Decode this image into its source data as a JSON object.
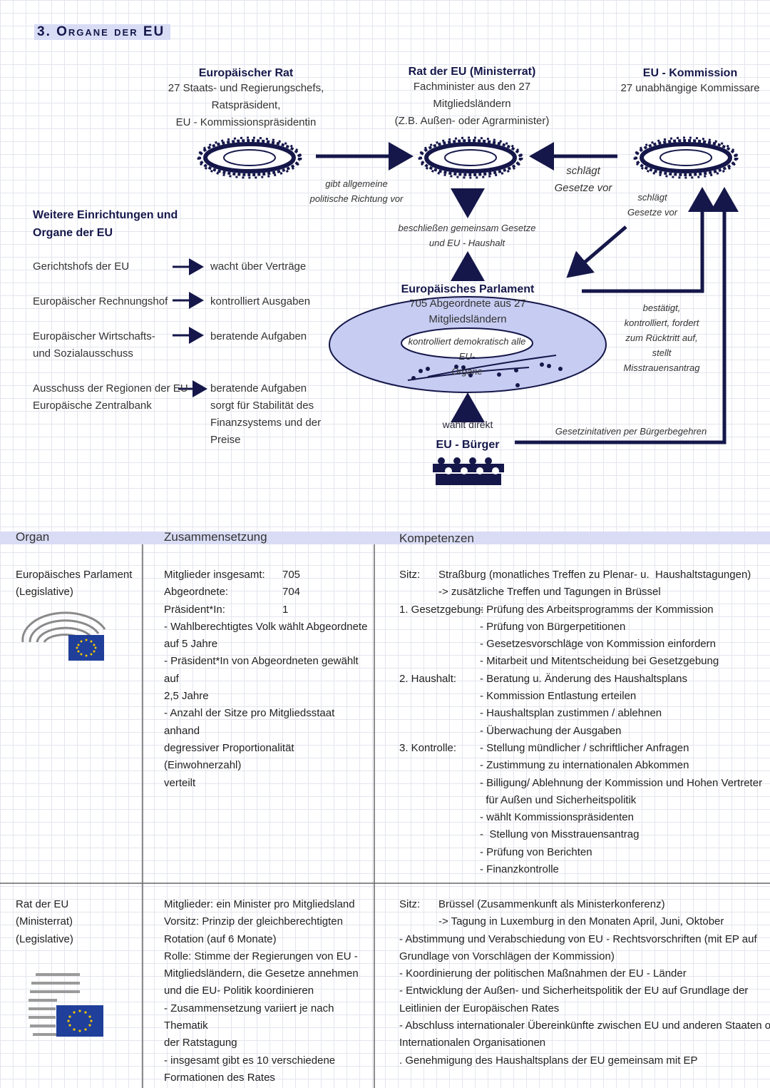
{
  "title": "3. Organe der EU",
  "diagram": {
    "europaeischer_rat": {
      "name": "Europäischer Rat",
      "lines": [
        "27 Staats- und Regierungschefs,",
        "Ratspräsident,",
        "EU - Kommissionspräsidentin"
      ]
    },
    "rat_der_eu": {
      "name": "Rat der EU (Ministerrat)",
      "lines": [
        "Fachminister aus den 27",
        "Mitgliedsländern",
        "(Z.B. Außen- oder Agrarminister)"
      ]
    },
    "kommission": {
      "name": "EU - Kommission",
      "lines": [
        "27 unabhängige Kommissare"
      ]
    },
    "parlament": {
      "name": "Europäisches Parlament",
      "lines": [
        "705 Abgeordnete aus 27",
        "Mitgliedsländern"
      ],
      "inner": [
        "kontrolliert demokratisch alle EU-",
        "Organe"
      ]
    },
    "buerger": {
      "name": "EU - Bürger"
    },
    "edges": {
      "richtung": [
        "gibt allgemeine",
        "politische Richtung vor"
      ],
      "schlaegt1": [
        "schlägt",
        "Gesetze vor"
      ],
      "schlaegt2": [
        "schlägt",
        "Gesetze vor"
      ],
      "beschliessen": [
        "beschließen gemeinsam Gesetze",
        "und EU - Haushalt"
      ],
      "bestaetigt": [
        "bestätigt,",
        "kontrolliert, fordert",
        "zum Rücktritt auf,",
        "stellt",
        "Misstrauensantrag"
      ],
      "waehlt": "wählt direkt",
      "initiativen": "Gesetzinitativen per Bürgerbegehren"
    },
    "weitere": {
      "heading": [
        "Weitere Einrichtungen und",
        "Organe der EU"
      ],
      "items": [
        {
          "name": [
            "Gerichtshofs der EU"
          ],
          "role": [
            "wacht über Verträge"
          ]
        },
        {
          "name": [
            "Europäischer Rechnungshof"
          ],
          "role": [
            "kontrolliert Ausgaben"
          ]
        },
        {
          "name": [
            "Europäischer Wirtschafts-",
            "und Sozialausschuss"
          ],
          "role": [
            "beratende Aufgaben"
          ]
        },
        {
          "name": [
            "Ausschuss der Regionen der EU",
            "Europäische Zentralbank"
          ],
          "role": [
            "beratende Aufgaben",
            "sorgt für Stabilität des",
            "Finanzsystems und der",
            "Preise"
          ]
        }
      ]
    }
  },
  "table": {
    "headers": [
      "Organ",
      "Zusammensetzung",
      "Kompetenzen"
    ],
    "rows": [
      {
        "organ": [
          "Europäisches Parlament",
          "(Legislative)"
        ],
        "zusammensetzung": [
          {
            "k": "Mitglieder insgesamt:",
            "v": "705"
          },
          {
            "k": "Abgeordnete:",
            "v": "704"
          },
          {
            "k": "Präsident*In:",
            "v": "1"
          },
          {
            "k": "- Wahlberechtigtes Volk wählt Abgeordnete",
            "v": ""
          },
          {
            "k": "auf 5 Jahre",
            "v": ""
          },
          {
            "k": "- Präsident*In von Abgeordneten gewählt auf",
            "v": ""
          },
          {
            "k": "2,5 Jahre",
            "v": ""
          },
          {
            "k": "- Anzahl der Sitze pro Mitgliedsstaat anhand",
            "v": ""
          },
          {
            "k": "degressiver Proportionalität (Einwohnerzahl)",
            "v": ""
          },
          {
            "k": "verteilt",
            "v": ""
          }
        ],
        "kompetenzen": [
          {
            "a": "Sitz:",
            "b": "Straßburg (monatliches Treffen zu Plenar- u.  Haushaltstagungen)",
            "ind": 55
          },
          {
            "a": "",
            "b": "-> zusätzliche Treffen und Tagungen in Brüssel",
            "ind": 55
          },
          {
            "a": "1. Gesetzgebung:",
            "b": "- Prüfung des Arbeitsprogramms der Kommission",
            "ind": 113
          },
          {
            "a": "",
            "b": "- Prüfung von Bürgerpetitionen",
            "ind": 113
          },
          {
            "a": "",
            "b": "- Gesetzesvorschläge von Kommission einfordern",
            "ind": 113
          },
          {
            "a": "",
            "b": "- Mitarbeit und Mitentscheidung bei Gesetzgebung",
            "ind": 113
          },
          {
            "a": "2. Haushalt:",
            "b": "- Beratung u. Änderung des Haushaltsplans",
            "ind": 113
          },
          {
            "a": "",
            "b": "- Kommission Entlastung erteilen",
            "ind": 113
          },
          {
            "a": "",
            "b": "- Haushaltsplan zustimmen / ablehnen",
            "ind": 113
          },
          {
            "a": "",
            "b": "- Überwachung der Ausgaben",
            "ind": 113
          },
          {
            "a": "3. Kontrolle:",
            "b": "- Stellung mündlicher / schriftlicher Anfragen",
            "ind": 113
          },
          {
            "a": "",
            "b": "- Zustimmung zu internationalen Abkommen",
            "ind": 113
          },
          {
            "a": "",
            "b": "- Billigung/ Ablehnung der Kommission und Hohen Vertreter",
            "ind": 113
          },
          {
            "a": "",
            "b": "  für Außen und Sicherheitspolitik",
            "ind": 113
          },
          {
            "a": "",
            "b": "- wählt Kommissionspräsidenten",
            "ind": 113
          },
          {
            "a": "",
            "b": "-  Stellung von Misstrauensantrag",
            "ind": 113
          },
          {
            "a": "",
            "b": "- Prüfung von Berichten",
            "ind": 113
          },
          {
            "a": "",
            "b": "- Finanzkontrolle",
            "ind": 113
          }
        ]
      },
      {
        "organ": [
          "Rat der EU",
          "(Ministerrat)",
          "(Legislative)"
        ],
        "zusammensetzung": [
          {
            "k": "Mitglieder: ein Minister pro Mitgliedsland",
            "v": ""
          },
          {
            "k": "Vorsitz: Prinzip der gleichberechtigten",
            "v": ""
          },
          {
            "k": "Rotation (auf 6 Monate)",
            "v": ""
          },
          {
            "k": "Rolle: Stimme der Regierungen von EU -",
            "v": ""
          },
          {
            "k": "Mitgliedsländern, die Gesetze annehmen",
            "v": ""
          },
          {
            "k": "und die EU- Politik koordinieren",
            "v": ""
          },
          {
            "k": "- Zusammensetzung variiert je nach Thematik",
            "v": ""
          },
          {
            "k": "der Ratstagung",
            "v": ""
          },
          {
            "k": "- insgesamt gibt es 10 verschiedene",
            "v": ""
          },
          {
            "k": "Formationen des Rates",
            "v": ""
          }
        ],
        "kompetenzen": [
          {
            "a": "Sitz:",
            "b": "Brüssel (Zusammenkunft als Ministerkonferenz)",
            "ind": 55
          },
          {
            "a": "",
            "b": "-> Tagung in Luxemburg in den Monaten April, Juni, Oktober",
            "ind": 55
          },
          {
            "a": "",
            "b": "- Abstimmung und Verabschiedung von EU - Rechtsvorschriften (mit EP auf",
            "ind": 0
          },
          {
            "a": "",
            "b": "Grundlage von Vorschlägen der Kommission)",
            "ind": 0
          },
          {
            "a": "",
            "b": "- Koordinierung der politischen Maßnahmen der EU - Länder",
            "ind": 0
          },
          {
            "a": "",
            "b": "- Entwicklung der Außen- und Sicherheitspolitik der EU auf Grundlage der",
            "ind": 0
          },
          {
            "a": "",
            "b": "Leitlinien der Europäischen Rates",
            "ind": 0
          },
          {
            "a": "",
            "b": "- Abschluss internationaler Übereinkünfte zwischen EU und anderen Staaten o.",
            "ind": 0
          },
          {
            "a": "",
            "b": "Internationalen Organisationen",
            "ind": 0
          },
          {
            "a": "",
            "b": ". Genehmigung des Haushaltsplans der EU gemeinsam mit EP",
            "ind": 0
          }
        ]
      }
    ]
  },
  "colors": {
    "navy": "#15174a",
    "lavender": "#c7ccf2",
    "eu_blue": "#1f3f9a",
    "eu_star": "#f2c500"
  }
}
